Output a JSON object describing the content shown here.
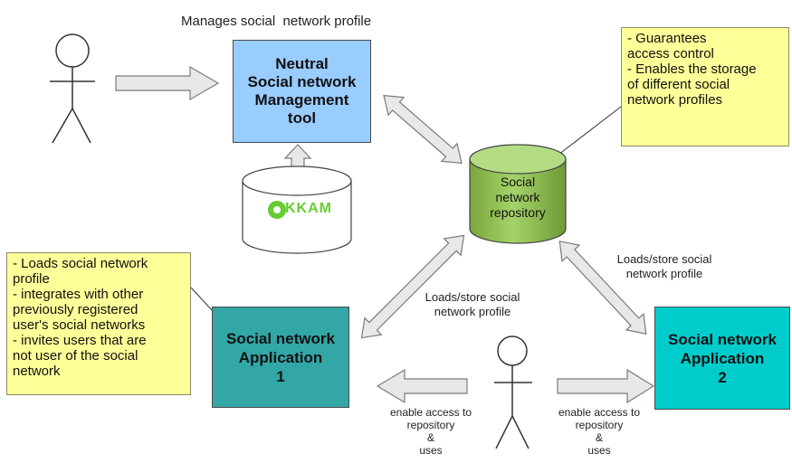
{
  "header_label": "Manages social  network profile",
  "management_tool": {
    "label": "Neutral\nSocial network\nManagement\ntool",
    "color": "#99ccff"
  },
  "okkam_logo": {
    "text": "KKAM",
    "color": "#66cc33"
  },
  "repository": {
    "label": "Social\nnetwork\nrepository",
    "color": "#8fbf4d"
  },
  "note_repository": "- Guarantees\naccess control\n- Enables the storage\nof different social\nnetwork profiles",
  "note_app1": "- Loads social network\nprofile\n- integrates with other\npreviously registered\nuser's social networks\n- invites users that are\nnot user of the social\nnetwork",
  "app1": {
    "label": "Social network\nApplication\n1",
    "color": "#33a6a6"
  },
  "app2": {
    "label": "Social network\nApplication\n2",
    "color": "#00cccc"
  },
  "loads_store_left": "Loads/store social\nnetwork profile",
  "loads_store_right": "Loads/store social\nnetwork profile",
  "enable_left": "enable access to\nrepository\n&\nuses",
  "enable_right": "enable access to\nrepository\n&\nuses",
  "colors": {
    "arrow_fill": "#e8e8e8",
    "arrow_stroke": "#7a7a7a",
    "note_fill": "#ffff99"
  }
}
